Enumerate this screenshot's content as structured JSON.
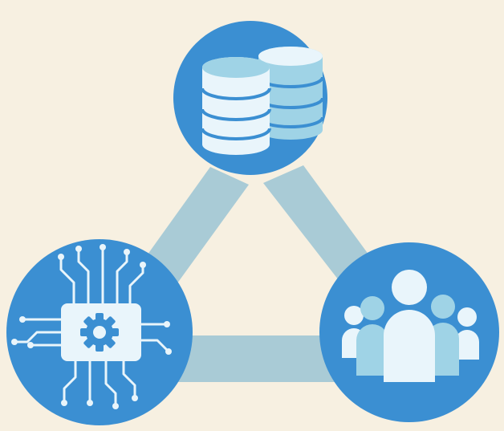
{
  "colors": {
    "background": "#f7f0e1",
    "connector": "#a9cbd6",
    "node_fill": "#3b8fd2",
    "icon_light": "#e9f5fb",
    "icon_mid": "#9fd3e6",
    "icon_stripe": "#3b8fd2",
    "gear": "#3b8fd2"
  },
  "nodes": [
    {
      "id": "data",
      "icon": "database-icon"
    },
    {
      "id": "technology",
      "icon": "circuit-chip-icon"
    },
    {
      "id": "people",
      "icon": "people-group-icon"
    }
  ],
  "connections": [
    {
      "from": "data",
      "to": "technology"
    },
    {
      "from": "data",
      "to": "people"
    },
    {
      "from": "technology",
      "to": "people"
    }
  ]
}
